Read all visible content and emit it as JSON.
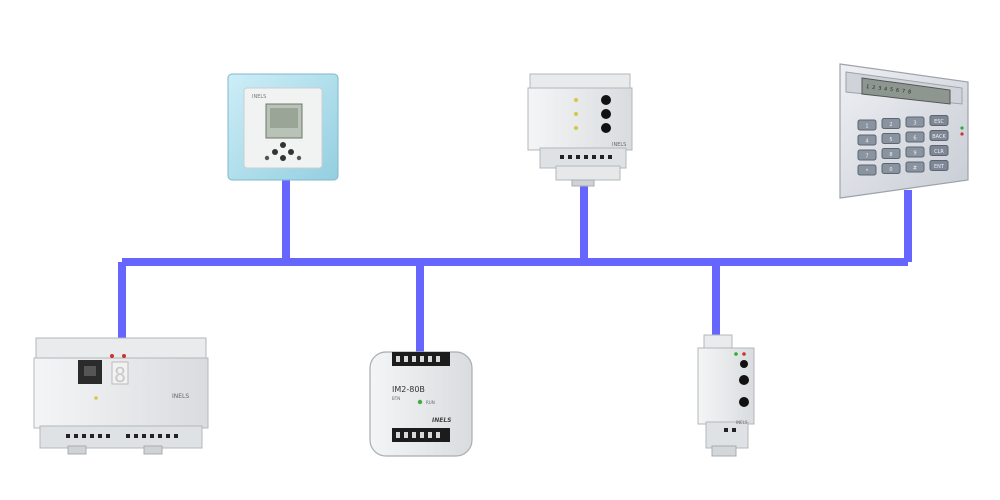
{
  "diagram": {
    "bus_color": "#6666ff",
    "device_body_color": "#e6e8ea",
    "frame_color": "#a8d8e6",
    "devices": [
      {
        "id": "thermostat",
        "icon": "touch-thermostat-icon",
        "interactable": true
      },
      {
        "id": "din-relay",
        "icon": "din-rail-relay-icon",
        "interactable": false
      },
      {
        "id": "keypad",
        "icon": "keypad-control-panel-icon",
        "interactable": true
      },
      {
        "id": "central-unit",
        "icon": "din-rail-central-unit-icon",
        "interactable": false
      },
      {
        "id": "input-module",
        "icon": "flush-input-module-icon",
        "interactable": false
      },
      {
        "id": "narrow-actuator",
        "icon": "din-rail-narrow-actuator-icon",
        "interactable": false
      }
    ],
    "texts": {
      "brand": "INELS",
      "module_model": "IM2-80B",
      "module_sub": "BTN",
      "module_led": "RUN",
      "digit": "8",
      "keypad_screen_line1": "1 2 3 4 5 6 7 8",
      "keypad_keys": [
        "1",
        "2",
        "3",
        "ESC",
        "4",
        "5",
        "6",
        "BACK",
        "7",
        "8",
        "9",
        "CLR",
        "*",
        "0",
        "#",
        "ENT"
      ]
    }
  }
}
